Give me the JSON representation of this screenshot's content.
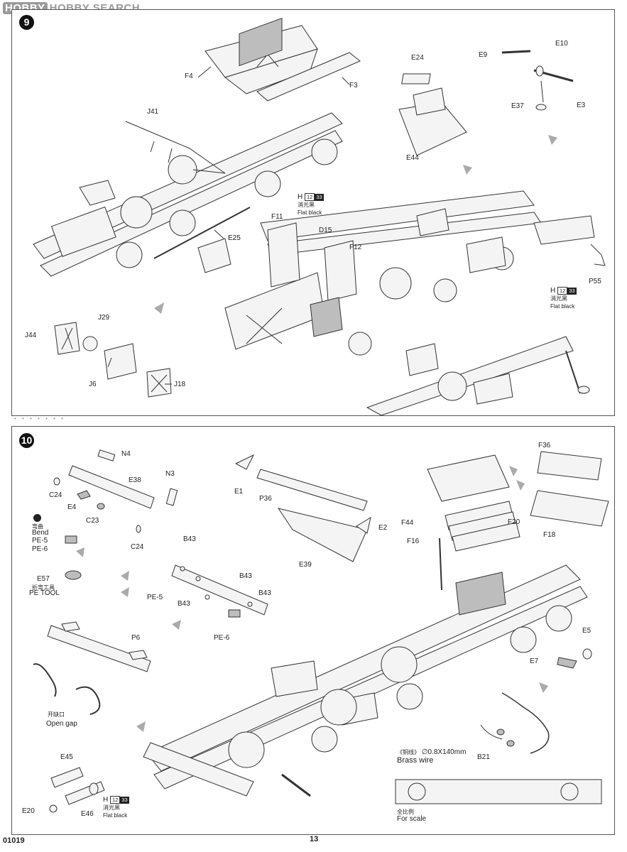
{
  "watermark": {
    "logo": "HOBBY",
    "text": "HOBBY SEARCH"
  },
  "step9": {
    "number": "9",
    "labels": {
      "F4": "F4",
      "F3": "F3",
      "J41": "J41",
      "E25": "E25",
      "E24": "E24",
      "E44": "E44",
      "E9": "E9",
      "E10": "E10",
      "E37": "E37",
      "E3": "E3",
      "F11": "F11",
      "D15": "D15",
      "F12": "F12",
      "P55": "P55",
      "J44": "J44",
      "J29": "J29",
      "J6": "J6",
      "J18": "J18"
    },
    "paint_top": {
      "prefix": "H",
      "code": "12",
      "num": "33",
      "cn": "消光黑",
      "en": "Flat black"
    },
    "paint_right": {
      "prefix": "H",
      "code": "12",
      "num": "33",
      "cn": "消光黑",
      "en": "Flat black"
    }
  },
  "step10": {
    "number": "10",
    "labels": {
      "N4": "N4",
      "N3": "N3",
      "E38": "E38",
      "C24a": "C24",
      "C24b": "C24",
      "E4": "E4",
      "C23": "C23",
      "E1": "E1",
      "P36": "P36",
      "E2": "E2",
      "E39": "E39",
      "F36": "F36",
      "F18": "F18",
      "F44": "F44",
      "F20": "F20",
      "F16": "F16",
      "PE5a": "PE-5",
      "PE6a": "PE-6",
      "E57": "E57",
      "B43a": "B43",
      "B43b": "B43",
      "B43c": "B43",
      "B43d": "B43",
      "PE5b": "PE-5",
      "PE6b": "PE-6",
      "P6": "P6",
      "E5": "E5",
      "E7": "E7",
      "B21": "B21",
      "E45": "E45",
      "E20": "E20",
      "E46": "E46"
    },
    "bend": {
      "cn": "弯曲",
      "en": "Bend"
    },
    "pe_tool": {
      "cn": "折弯工具",
      "en": "PE TOOL"
    },
    "open_gap": {
      "cn": "开缺口",
      "en": "Open gap"
    },
    "brass_wire": {
      "cn": "《铜线》",
      "spec": "∅0.8X140mm",
      "en": "Brass wire"
    },
    "for_scale": {
      "cn": "全比例",
      "en": "For scale"
    },
    "paint": {
      "prefix": "H",
      "code": "12",
      "num": "33",
      "cn": "消光黑",
      "en": "Flat black"
    }
  },
  "footer": {
    "code": "01019",
    "page": "13"
  }
}
